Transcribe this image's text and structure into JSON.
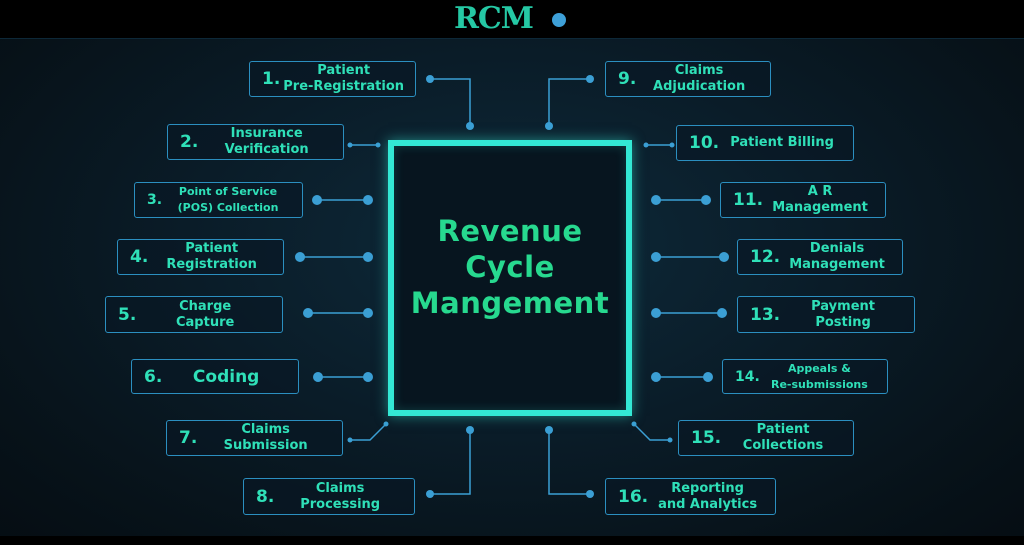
{
  "header": {
    "logo_text": "RCM"
  },
  "center": {
    "title_lines": [
      "Revenue",
      "Cycle",
      "Mangement"
    ]
  },
  "steps": [
    {
      "num": "1.",
      "lines": [
        "Patient",
        "Pre-Registration"
      ]
    },
    {
      "num": "2.",
      "lines": [
        "Insurance",
        "Verification"
      ]
    },
    {
      "num": "3.",
      "lines": [
        "Point of Service",
        "(POS) Collection"
      ]
    },
    {
      "num": "4.",
      "lines": [
        "Patient",
        "Registration"
      ]
    },
    {
      "num": "5.",
      "lines": [
        "Charge",
        "Capture"
      ]
    },
    {
      "num": "6.",
      "lines": [
        "Coding"
      ]
    },
    {
      "num": "7.",
      "lines": [
        "Claims",
        "Submission"
      ]
    },
    {
      "num": "8.",
      "lines": [
        "Claims",
        "Processing"
      ]
    },
    {
      "num": "9.",
      "lines": [
        "Claims",
        "Adjudication"
      ]
    },
    {
      "num": "10.",
      "lines": [
        "Patient Billing"
      ]
    },
    {
      "num": "11.",
      "lines": [
        "A R",
        "Management"
      ]
    },
    {
      "num": "12.",
      "lines": [
        "Denials",
        "Management"
      ]
    },
    {
      "num": "13.",
      "lines": [
        "Payment",
        "Posting"
      ]
    },
    {
      "num": "14.",
      "lines": [
        "Appeals &",
        "Re-submissions"
      ]
    },
    {
      "num": "15.",
      "lines": [
        "Patient",
        "Collections"
      ]
    },
    {
      "num": "16.",
      "lines": [
        "Reporting",
        "and Analytics"
      ]
    }
  ],
  "colors": {
    "accent_text": "#2fe0b8",
    "box_border": "#2b8fc0",
    "frame": "#33e8d4",
    "wire": "#3b9fd4"
  }
}
